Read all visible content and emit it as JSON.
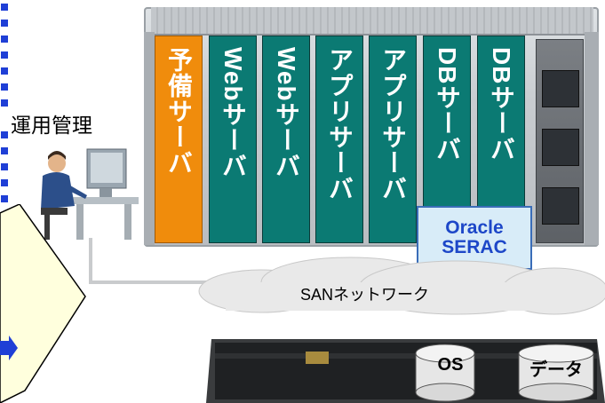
{
  "operator": {
    "label": "運用管理"
  },
  "blades": [
    {
      "label": "予備サーバ",
      "kind": "spare",
      "color": "#f08c0c"
    },
    {
      "label": "Webサーバ",
      "kind": "web",
      "color": "#0b7a73"
    },
    {
      "label": "Webサーバ",
      "kind": "web",
      "color": "#0b7a73"
    },
    {
      "label": "アプリサーバ",
      "kind": "app",
      "color": "#0b7a73"
    },
    {
      "label": "アプリサーバ",
      "kind": "app",
      "color": "#0b7a73"
    },
    {
      "label": "DBサーバ",
      "kind": "db",
      "color": "#0b7a73"
    },
    {
      "label": "DBサーバ",
      "kind": "db",
      "color": "#0b7a73"
    }
  ],
  "oracle": {
    "line1": "Oracle",
    "line2": "SERAC"
  },
  "san": {
    "label": "SANネットワーク"
  },
  "storage": {
    "disk_os": "OS",
    "disk_data": "データ"
  },
  "colors": {
    "accent_blue": "#1f3fd6",
    "callout_fill": "#ffffdd",
    "teal": "#0b7a73",
    "orange": "#f08c0c"
  }
}
